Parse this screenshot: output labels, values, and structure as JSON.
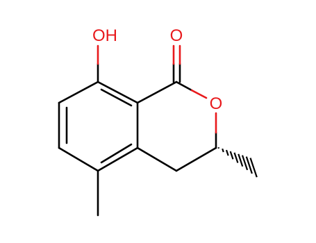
{
  "molecule": {
    "atom_labels": {
      "hydroxyl": "OH",
      "carbonyl_oxygen": "O",
      "ring_oxygen": "O"
    },
    "colors": {
      "bond": "#000000",
      "heteroatom": "#e8191c",
      "background": "#ffffff"
    }
  }
}
